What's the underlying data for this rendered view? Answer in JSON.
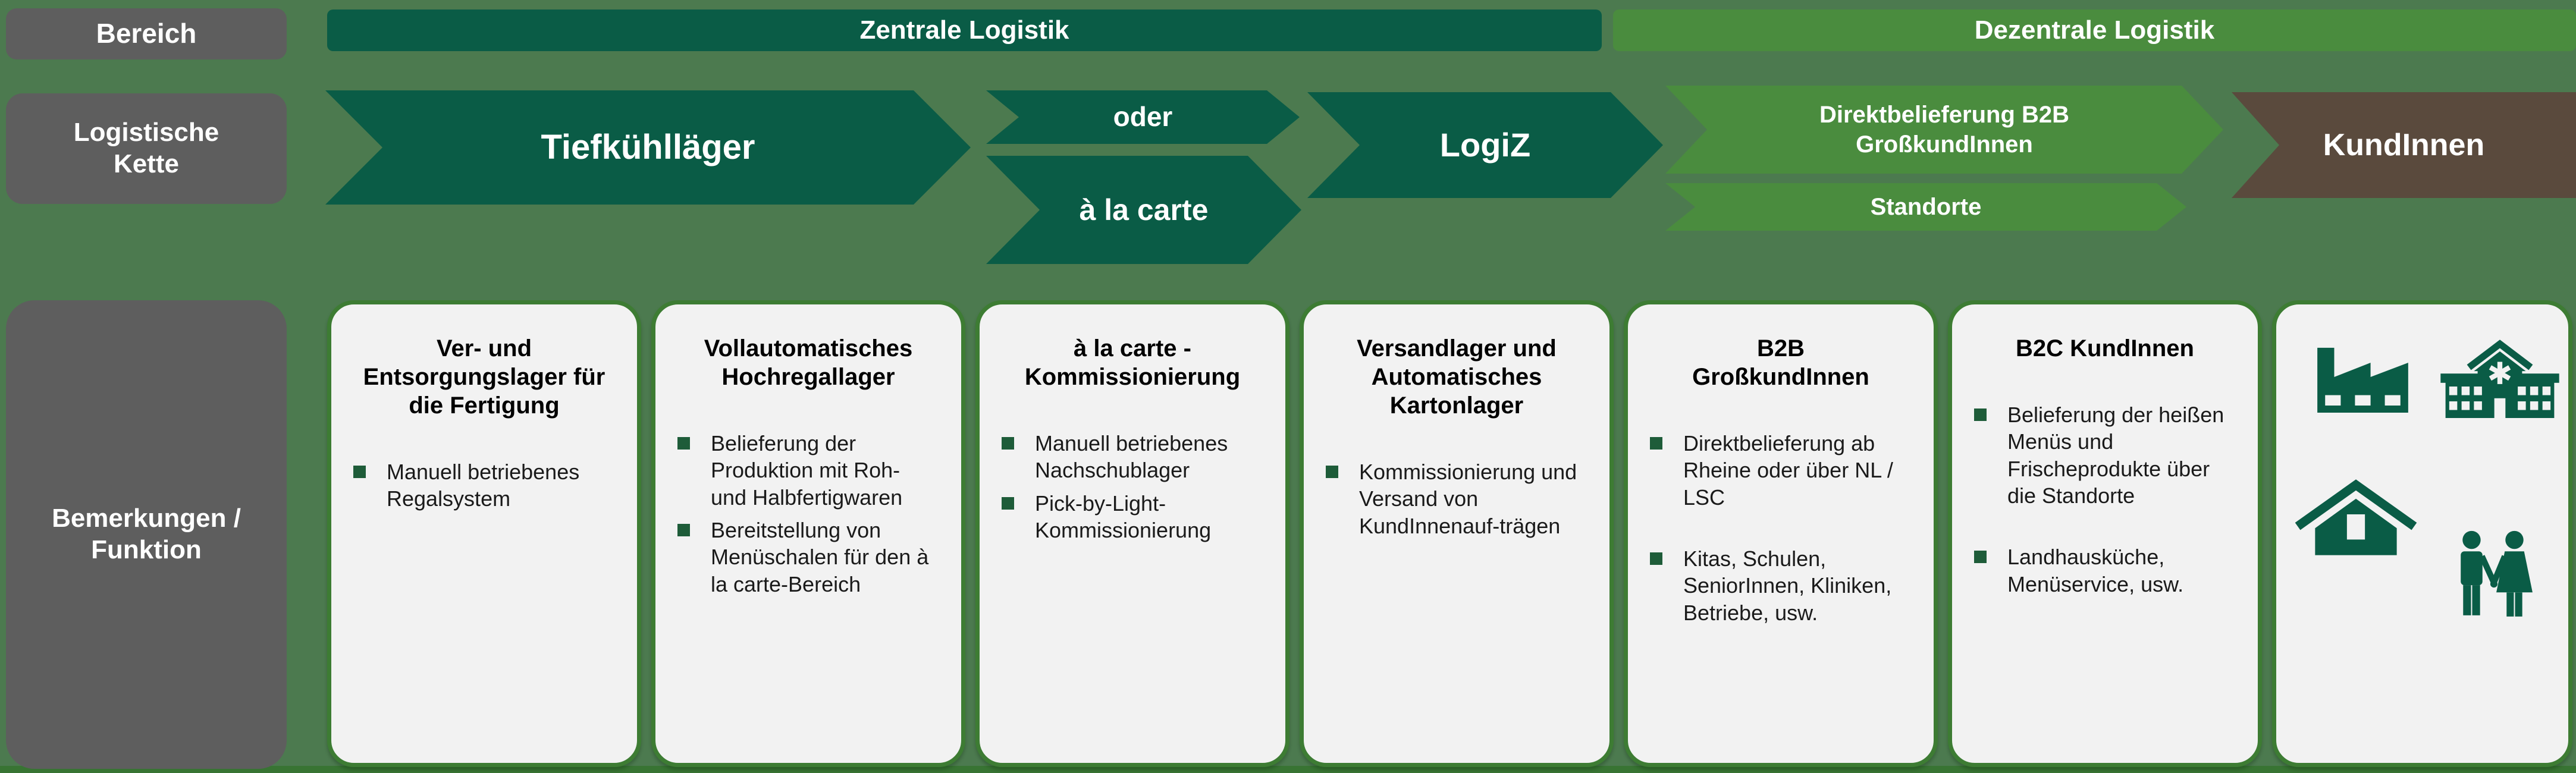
{
  "colors": {
    "background": "#4C7A4F",
    "dark_green": "#0A5C46",
    "light_green": "#4A8C3E",
    "brown": "#5A4A3D",
    "gray_box": "#5E5E5E",
    "card_bg": "#F2F2F2",
    "card_border": "#3D7C33",
    "bullet_green": "#1E5C39",
    "strip": "#387433",
    "text_dark": "#1A1A1A"
  },
  "row_labels": {
    "bereich": "Bereich",
    "kette": "Logistische\nKette",
    "bemerkungen": "Bemerkungen /\nFunktion"
  },
  "bereiche": {
    "zentrale": "Zentrale Logistik",
    "dezentrale": "Dezentrale Logistik"
  },
  "chain": {
    "tiefkuehllaeger": "Tiefkühlläger",
    "oder": "oder",
    "a_la_carte": "à la carte",
    "logiz": "LogiZ",
    "direktbelieferung": "Direktbelieferung B2B\nGroßkundInnen",
    "standorte": "Standorte",
    "kundinnen": "KundInnen"
  },
  "cards": [
    {
      "title": "Ver- und Entsorgungslager für die Fertigung",
      "bullets": [
        "Manuell betriebenes Regalsystem"
      ]
    },
    {
      "title": "Vollautomatisches Hochregallager",
      "bullets": [
        "Belieferung der Produktion mit Roh- und Halbfertigwaren",
        "Bereitstellung von Menüschalen für den à la carte-Bereich"
      ]
    },
    {
      "title": "à la carte - Kommissionierung",
      "bullets": [
        "Manuell betriebenes Nachschublager",
        "Pick-by-Light-Kommissionierung"
      ]
    },
    {
      "title": "Versandlager und Automatisches Kartonlager",
      "bullets": [
        "Kommissionierung und Versand von KundInnenauf-trägen"
      ]
    },
    {
      "title": "B2B\nGroßkundInnen",
      "bullets": [
        "Direktbelieferung ab Rheine oder über NL / LSC",
        "Kitas, Schulen, SeniorInnen, Kliniken, Betriebe, usw."
      ]
    },
    {
      "title": "B2C KundInnen",
      "bullets": [
        "Belieferung der heißen Menüs und Frischeprodukte über die Standorte",
        "Landhausküche, Menüservice, usw."
      ]
    },
    {
      "icons": [
        "factory-icon",
        "hospital-icon",
        "house-icon",
        "couple-icon"
      ]
    }
  ]
}
